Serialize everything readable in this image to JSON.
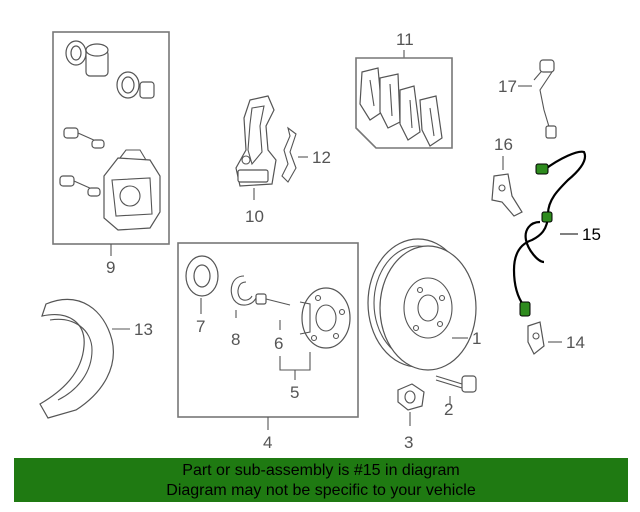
{
  "diagram": {
    "callouts": {
      "c1": "1",
      "c2": "2",
      "c3": "3",
      "c4": "4",
      "c5": "5",
      "c6": "6",
      "c7": "7",
      "c8": "8",
      "c9": "9",
      "c10": "10",
      "c11": "11",
      "c12": "12",
      "c13": "13",
      "c14": "14",
      "c15": "15",
      "c16": "16",
      "c17": "17"
    },
    "highlighted_part": "15",
    "highlight_color": "#2e8b1e"
  },
  "banner": {
    "line1": "Part or sub-assembly is #15 in diagram",
    "line2": "Diagram may not be specific to your vehicle",
    "background": "#1f7a12"
  }
}
